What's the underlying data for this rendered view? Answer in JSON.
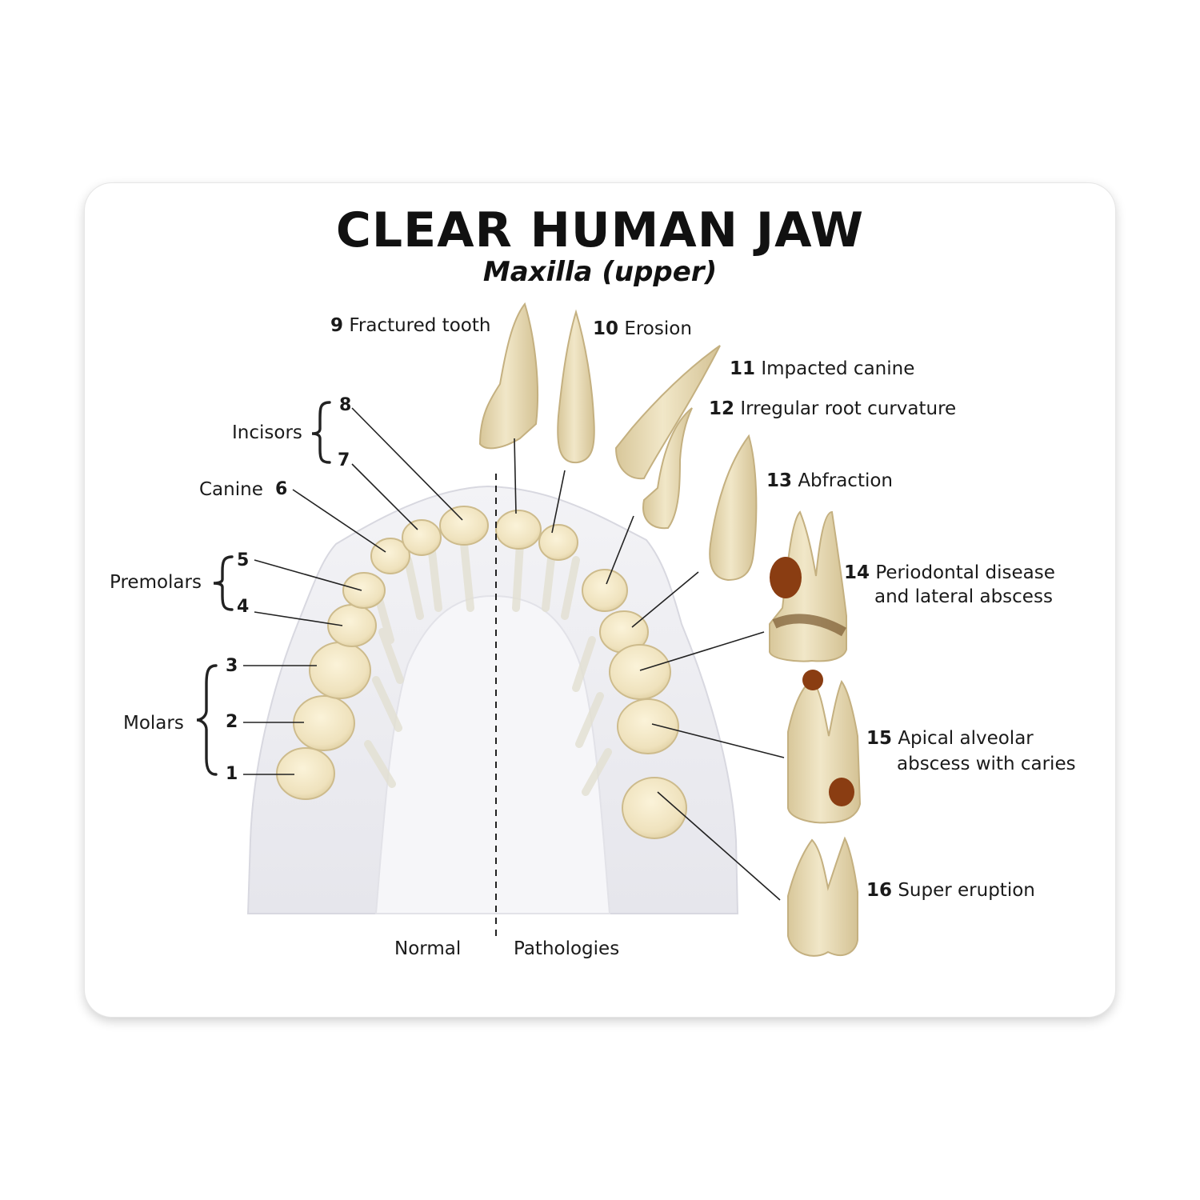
{
  "title": "CLEAR HUMAN JAW",
  "subtitle": "Maxilla (upper)",
  "groups": {
    "incisors": "Incisors",
    "canine": "Canine",
    "premolars": "Premolars",
    "molars": "Molars"
  },
  "normal_numbers": [
    "1",
    "2",
    "3",
    "4",
    "5",
    "6",
    "7",
    "8"
  ],
  "pathologies": [
    {
      "num": "9",
      "label": "Fractured tooth"
    },
    {
      "num": "10",
      "label": "Erosion"
    },
    {
      "num": "11",
      "label": "Impacted canine"
    },
    {
      "num": "12",
      "label": "Irregular root curvature"
    },
    {
      "num": "13",
      "label": "Abfraction"
    },
    {
      "num": "14",
      "label": "Periodontal disease",
      "label2": "and lateral abscess"
    },
    {
      "num": "15",
      "label": "Apical alveolar",
      "label2": "abscess with caries"
    },
    {
      "num": "16",
      "label": "Super eruption"
    }
  ],
  "sides": {
    "left": "Normal",
    "right": "Pathologies"
  },
  "colors": {
    "tooth": "#ede0bf",
    "tooth_shade": "#d9c89c",
    "decay": "#8a3d12",
    "jaw": "#eeeef3"
  }
}
